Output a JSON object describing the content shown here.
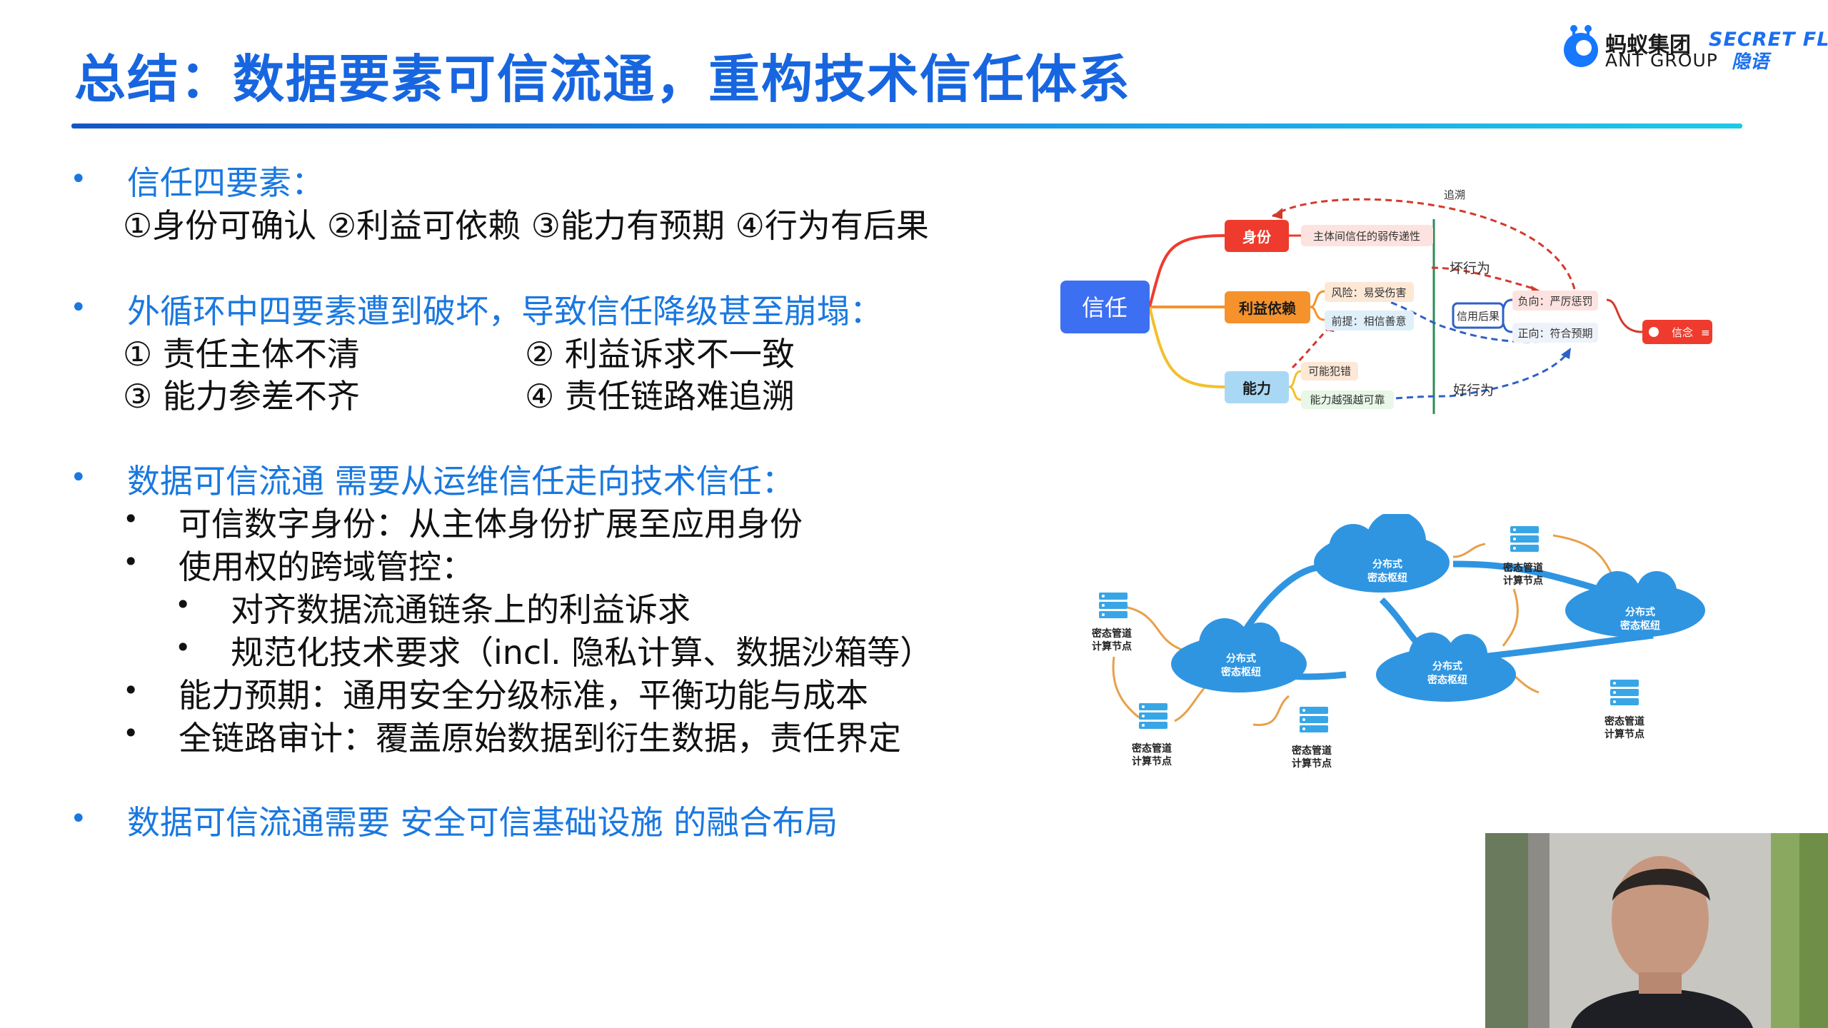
{
  "slide": {
    "title": "总结：数据要素可信流通，重构技术信任体系",
    "logo": {
      "ant_cn": "蚂蚁集团",
      "ant_en": "ANT GROUP",
      "secretflow_en": "SECRET FLOW",
      "secretflow_cn": "隐语"
    },
    "sections": [
      {
        "heading": "信任四要素：",
        "lines": [
          "①身份可确认 ②利益可依赖 ③能力有预期 ④行为有后果"
        ]
      },
      {
        "heading": "外循环中四要素遭到破坏，导致信任降级甚至崩塌：",
        "grid": [
          "① 责任主体不清",
          "② 利益诉求不一致",
          "③ 能力参差不齐",
          "④ 责任链路难追溯"
        ]
      },
      {
        "heading": "数据可信流通 需要从运维信任走向技术信任：",
        "items": [
          {
            "text": "可信数字身份：从主体身份扩展至应用身份"
          },
          {
            "text": "使用权的跨域管控："
          },
          {
            "text": "对齐数据流通链条上的利益诉求"
          },
          {
            "text": "规范化技术要求（incl. 隐私计算、数据沙箱等）"
          },
          {
            "text": "能力预期：通用安全分级标准，平衡功能与成本"
          },
          {
            "text": "全链路审计：覆盖原始数据到衍生数据，责任界定"
          }
        ]
      },
      {
        "heading": "数据可信流通需要 安全可信基础设施 的融合布局"
      }
    ]
  },
  "mindmap": {
    "root": "信任",
    "branches": [
      "身份",
      "利益依赖",
      "能力"
    ],
    "leaf_identity": "主体间信任的弱传递性",
    "leaf_interest": [
      "风险：易受伤害",
      "前提：相信善意"
    ],
    "leaf_ability": [
      "可能犯错",
      "能力越强越可靠"
    ],
    "label_trace": "追溯",
    "label_bad": "坏行为",
    "label_good": "好行为",
    "credit": "信用后果",
    "negative": "负向：严厉惩罚",
    "positive": "正向：符合预期",
    "belief": "信念"
  },
  "network": {
    "cloud_label_1": "分布式",
    "cloud_label_2": "密态枢纽",
    "node_label_1": "密态管道",
    "node_label_2": "计算节点"
  },
  "colors": {
    "title_blue": "#1766e0",
    "accent_blue": "#1a78e0",
    "root_blue": "#3d6ff2",
    "identity_red": "#ee3b2d",
    "interest_orange": "#f5922c",
    "ability_blue": "#5db5ee",
    "cloud_blue": "#2f95e1"
  }
}
